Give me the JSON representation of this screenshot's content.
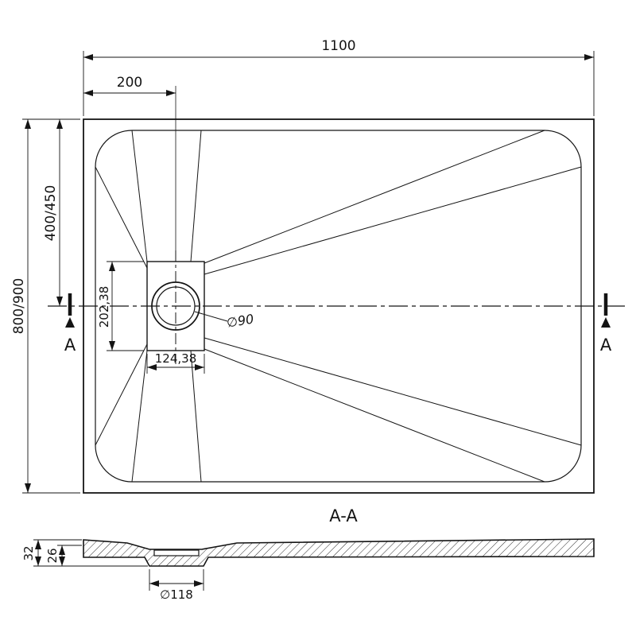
{
  "colors": {
    "ink": "#141414",
    "background": "#ffffff"
  },
  "top": {
    "dim_width": "1100",
    "dim_drain_offset_x": "200",
    "dim_height": "800/900",
    "dim_center_offset": "400/450",
    "dim_drain_box_height": "202,38",
    "dim_drain_box_width": "124,38",
    "drain_diameter": "∅90",
    "marker_left": "A",
    "marker_right": "A"
  },
  "section": {
    "title": "A-A",
    "dim_total_height": "32",
    "dim_depth": "26",
    "dim_drain_hole": "∅118"
  }
}
